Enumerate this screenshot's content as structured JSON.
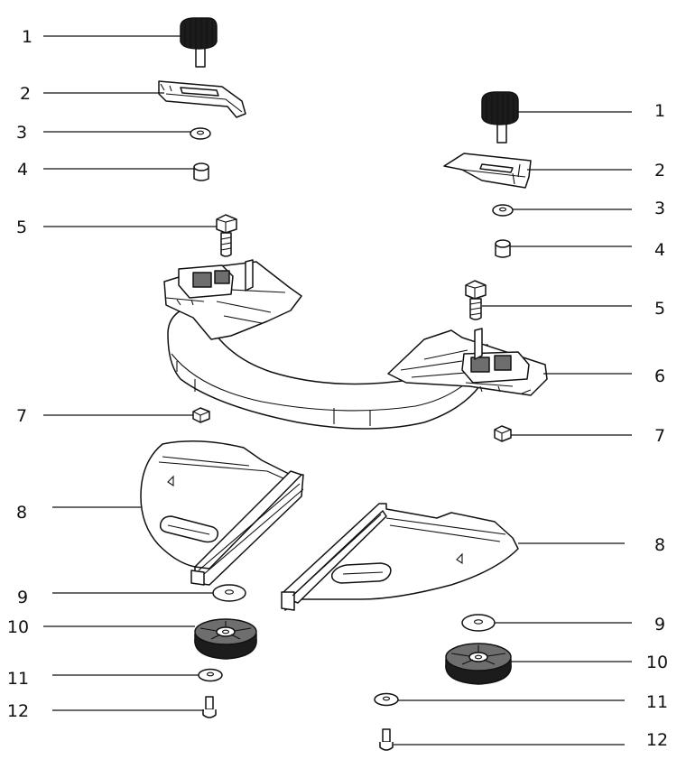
{
  "callouts_left": [
    "1",
    "2",
    "3",
    "4",
    "5",
    "7",
    "8",
    "9",
    "10",
    "11",
    "12"
  ],
  "callouts_right": [
    "1",
    "2",
    "3",
    "4",
    "5",
    "6",
    "7",
    "8",
    "9",
    "10",
    "11",
    "12"
  ],
  "colors": {
    "line": "#111111",
    "part_fill": "#ffffff",
    "dark_fill": "#1c1c1c",
    "mid_fill": "#6e6e6e"
  }
}
